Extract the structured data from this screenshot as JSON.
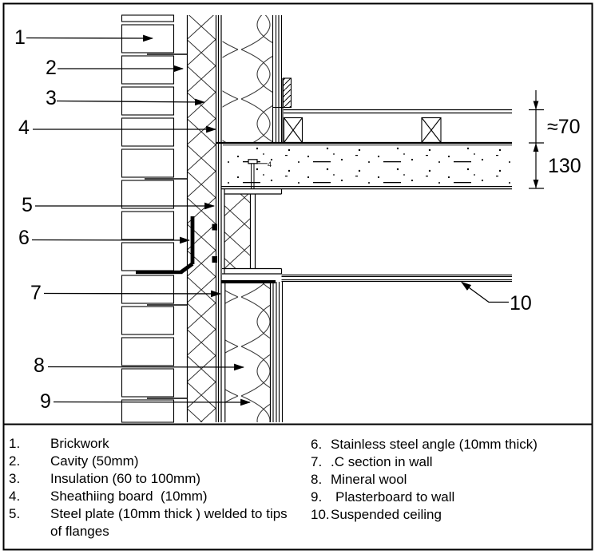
{
  "drawing": {
    "callouts": [
      {
        "n": "1"
      },
      {
        "n": "2"
      },
      {
        "n": "3"
      },
      {
        "n": "4"
      },
      {
        "n": "5"
      },
      {
        "n": "6"
      },
      {
        "n": "7"
      },
      {
        "n": "8"
      },
      {
        "n": "9"
      },
      {
        "n": "10"
      }
    ],
    "dimensions": {
      "joist_zone": "≈70",
      "slab": "130"
    },
    "fixing_mark": "4"
  },
  "legend": {
    "items_left": [
      {
        "num": "1.",
        "text": "Brickwork"
      },
      {
        "num": "2.",
        "text": "Cavity (50mm)"
      },
      {
        "num": "3.",
        "text": "Insulation (60 to 100mm)"
      },
      {
        "num": "4.",
        "text": "Sheathiing board  (10mm)"
      },
      {
        "num": "5.",
        "text": "Steel plate (10mm thick ) welded to tips",
        "text2": "of flanges"
      }
    ],
    "items_right": [
      {
        "num": "6.",
        "text": "Stainless steel angle (10mm thick)"
      },
      {
        "num": "7.",
        "text": ".C section in wall"
      },
      {
        "num": "8.",
        "text": "Mineral wool"
      },
      {
        "num": "9.",
        "text": "Plasterboard to wall"
      },
      {
        "num": "10.",
        "text": "Suspended ceiling"
      }
    ]
  }
}
